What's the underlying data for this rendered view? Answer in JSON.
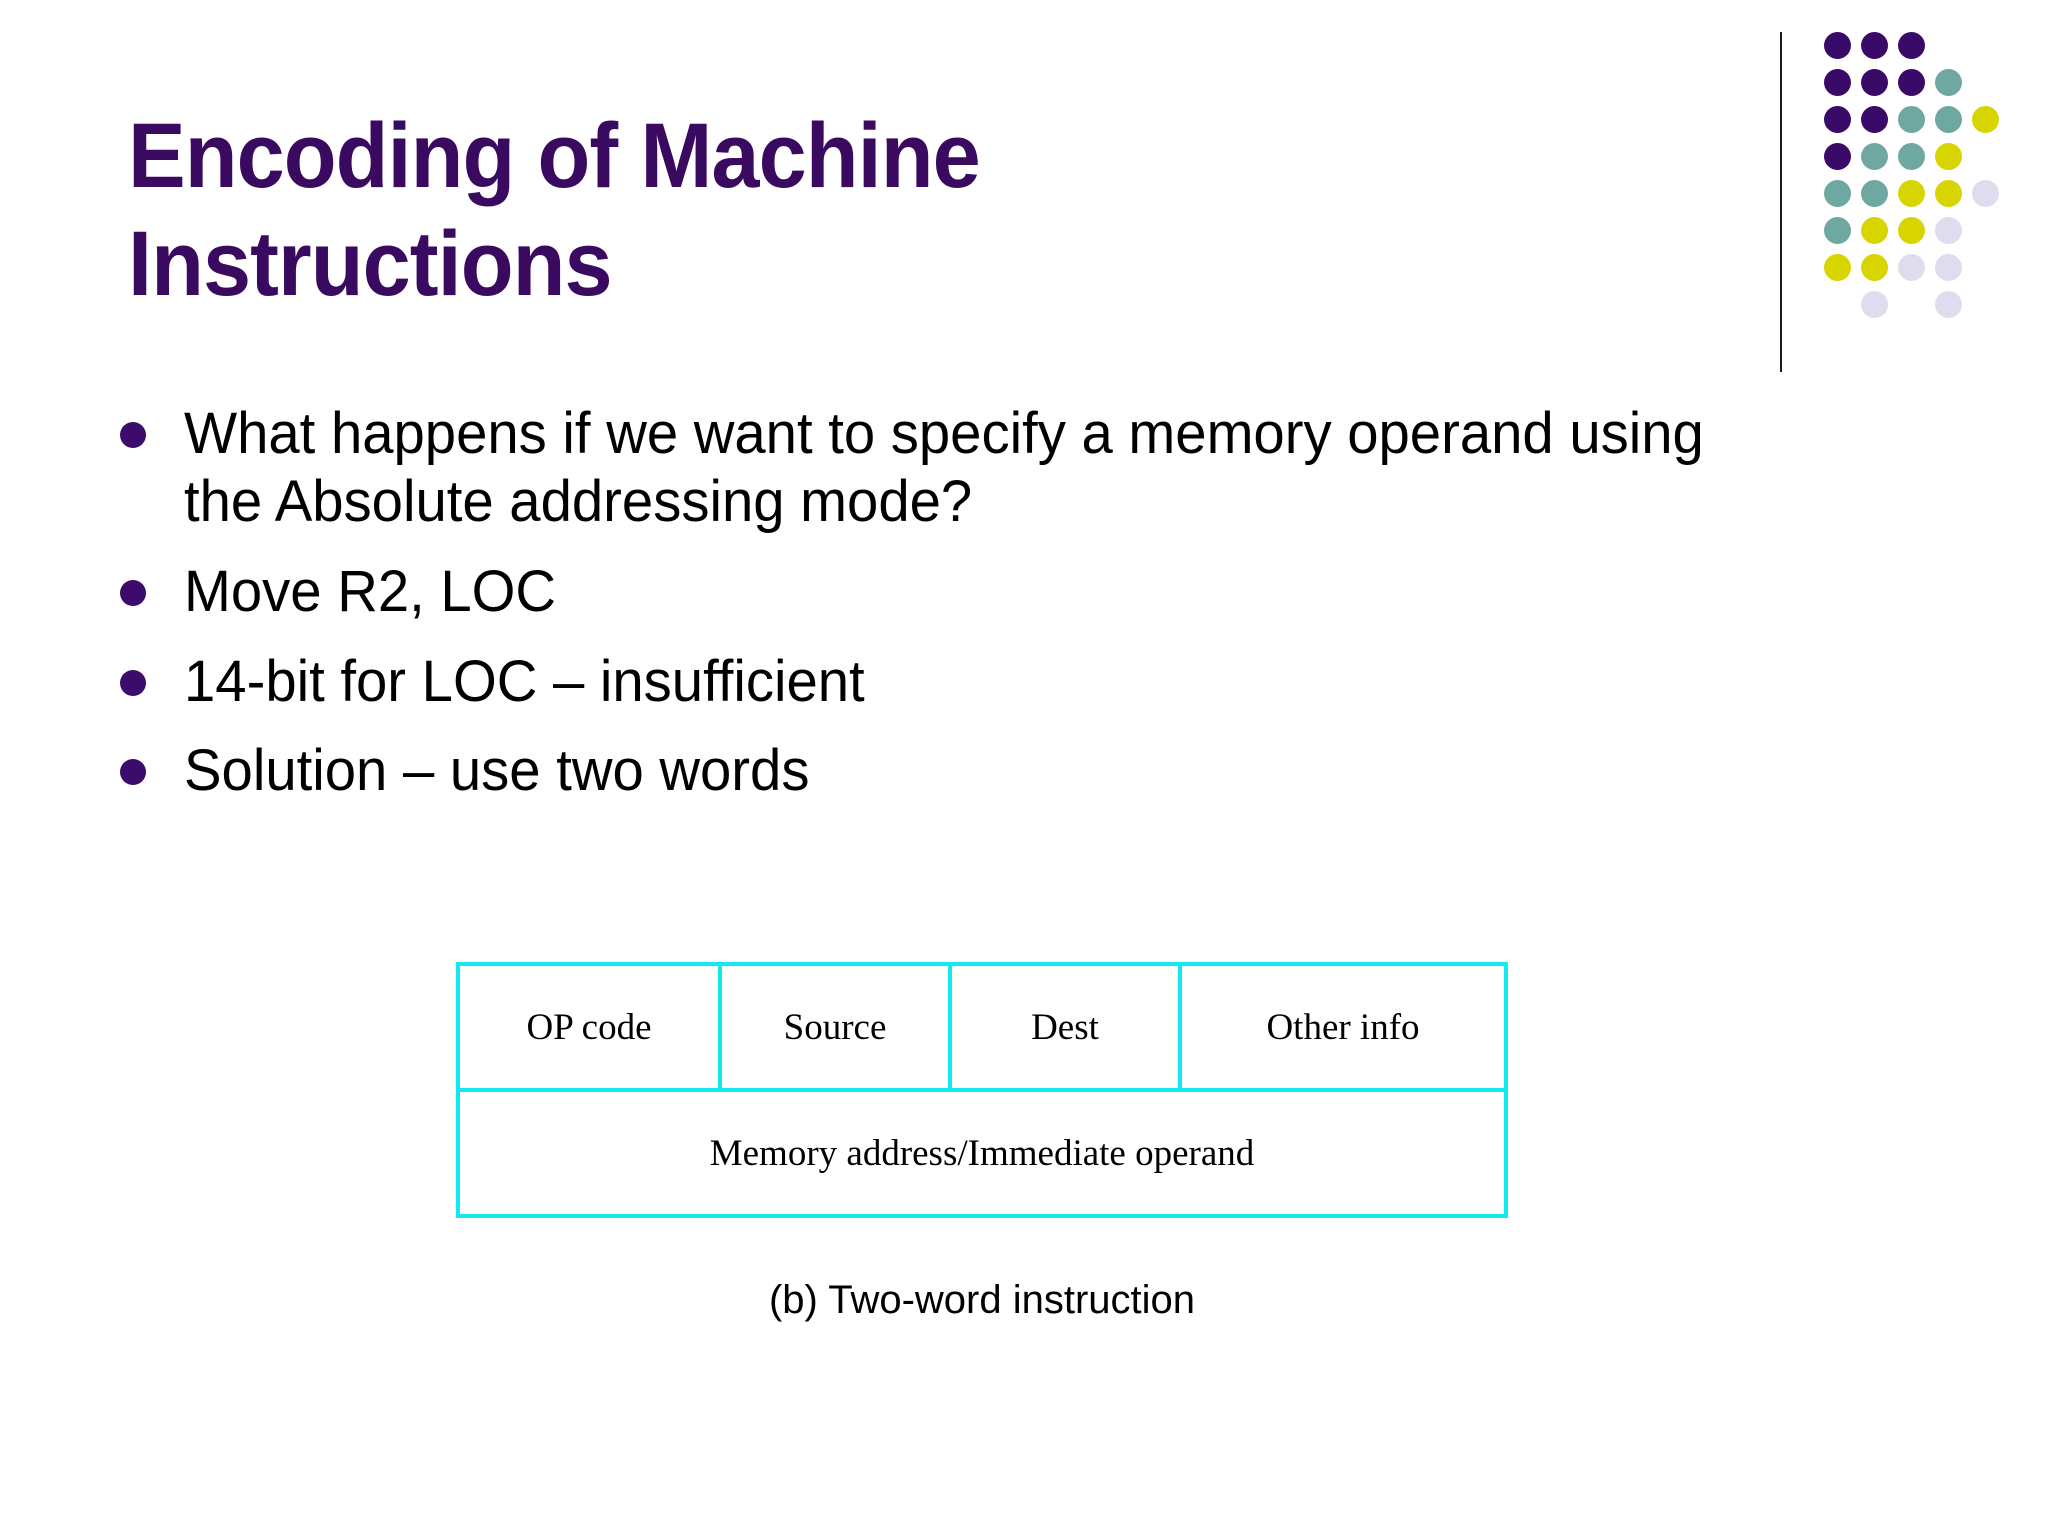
{
  "slide": {
    "title": "Encoding of Machine\nInstructions",
    "title_color": "#3A0A60",
    "background_color": "#ffffff"
  },
  "logo": {
    "name": "dot-matrix-logo",
    "colors": {
      "purple": "#3A0A68",
      "teal": "#6FA8A0",
      "yellow": "#D8D400",
      "lavender": "#DEDCEE",
      "rule": "#1a1a24"
    },
    "grid": [
      [
        "purple",
        "purple",
        "purple",
        "",
        ""
      ],
      [
        "purple",
        "purple",
        "purple",
        "teal",
        ""
      ],
      [
        "purple",
        "purple",
        "teal",
        "teal",
        "yellow"
      ],
      [
        "purple",
        "teal",
        "teal",
        "yellow",
        ""
      ],
      [
        "teal",
        "teal",
        "yellow",
        "yellow",
        "lavender"
      ],
      [
        "teal",
        "yellow",
        "yellow",
        "lavender",
        ""
      ],
      [
        "yellow",
        "yellow",
        "lavender",
        "lavender",
        ""
      ],
      [
        "",
        "lavender",
        "",
        "lavender",
        ""
      ]
    ]
  },
  "body": {
    "bullet_color": "#3D0B6B",
    "bullets": [
      "What happens if we want to specify a memory operand using the Absolute addressing mode?",
      "Move  R2, LOC",
      "14-bit for LOC – insufficient",
      "Solution – use two words"
    ]
  },
  "diagram": {
    "border_color": "#11E8F2",
    "word1_fields": [
      "OP code",
      "Source",
      "Dest",
      "Other info"
    ],
    "word2_field": "Memory address/Immediate operand",
    "caption": "(b) Two-word instruction"
  }
}
